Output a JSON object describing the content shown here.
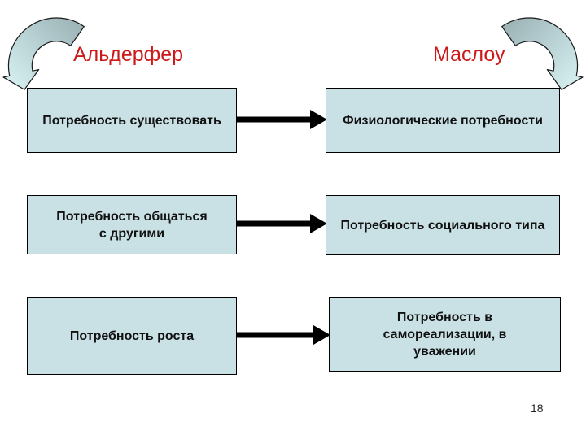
{
  "page": {
    "number": "18"
  },
  "columns": [
    {
      "id": "alderfer",
      "title": "Альдерфер"
    },
    {
      "id": "maslow",
      "title": "Маслоу"
    }
  ],
  "rows": [
    {
      "left": "Потребность существовать",
      "right": "Физиологические потребности"
    },
    {
      "left": "Потребность общаться\nс другими",
      "right": "Потребность социального типа"
    },
    {
      "left": "Потребность роста",
      "right": "Потребность в\nсамореализации, в\nуважении"
    }
  ],
  "colors": {
    "box_fill": "#c9e1e5",
    "box_border": "#000000",
    "title_red": "#cc1a1a",
    "connector_black": "#000000",
    "curve_tail": "#9db4b7",
    "curve_head": "#d2ecee"
  }
}
